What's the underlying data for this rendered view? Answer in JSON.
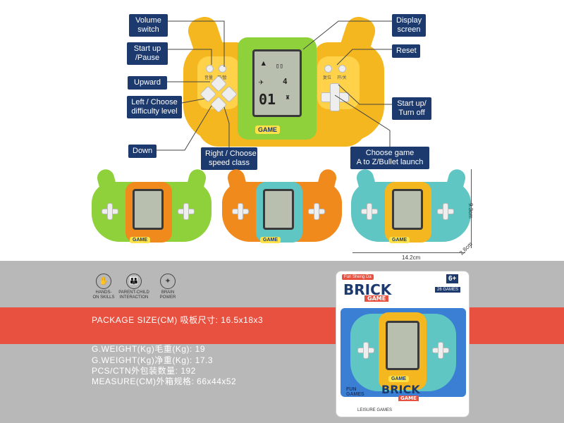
{
  "callouts": {
    "volume_switch": "Volume\nswitch",
    "start_pause": "Start up\n/Pause",
    "upward": "Upward",
    "left_choose": "Left / Choose\ndifficulty level",
    "down": "Down",
    "right_choose": "Right / Choose\nspeed class",
    "display_screen": "Display\nscreen",
    "reset": "Reset",
    "start_turnoff": "Start up/\nTurn off",
    "choose_game": "Choose game\nA to Z/Bullet launch"
  },
  "device": {
    "badge": "GAME",
    "lcd_digits": "01",
    "button_labels": [
      "音量",
      "开/暂",
      "复位",
      "开/关"
    ]
  },
  "dimensions": {
    "width": "14.2cm",
    "height": "9.3cm",
    "depth": "2.8cm"
  },
  "features": [
    {
      "icon": "hand-icon",
      "label": "HANDS-\nON SKILLS"
    },
    {
      "icon": "parent-child-icon",
      "label": "PARENT-CHILD\nINTERACTION"
    },
    {
      "icon": "brain-icon",
      "label": "BRAIN\nPOWER"
    }
  ],
  "specs": {
    "package_size": "PACKAGE SIZE(CM) 吸板尺寸: 16.5x18x3",
    "gross_weight": "G.WEIGHT(Kg)毛重(Kg): 19",
    "net_weight": "G.WEIGHT(Kg)净重(Kg): 17.3",
    "pcs_ctn": "PCS/CTN外包装数量: 192",
    "measure": "MEASURE(CM)外箱规格: 66x44x52"
  },
  "package": {
    "brand": "Fun Sheng Da",
    "title": "BRICK",
    "subtitle": "GAME",
    "games": "26 GAMES",
    "age": "6+",
    "fun_logo": "FUN\nGAMES",
    "leisure": "LEISURE GAMES"
  },
  "colors": {
    "callout_bg": "#1c3a6e",
    "red_band": "#e8503f",
    "gray_band": "#b8b8b8",
    "yellow": "#f5b71f",
    "green": "#8fd13a",
    "orange": "#f08a1c",
    "teal": "#5fc6c4"
  }
}
